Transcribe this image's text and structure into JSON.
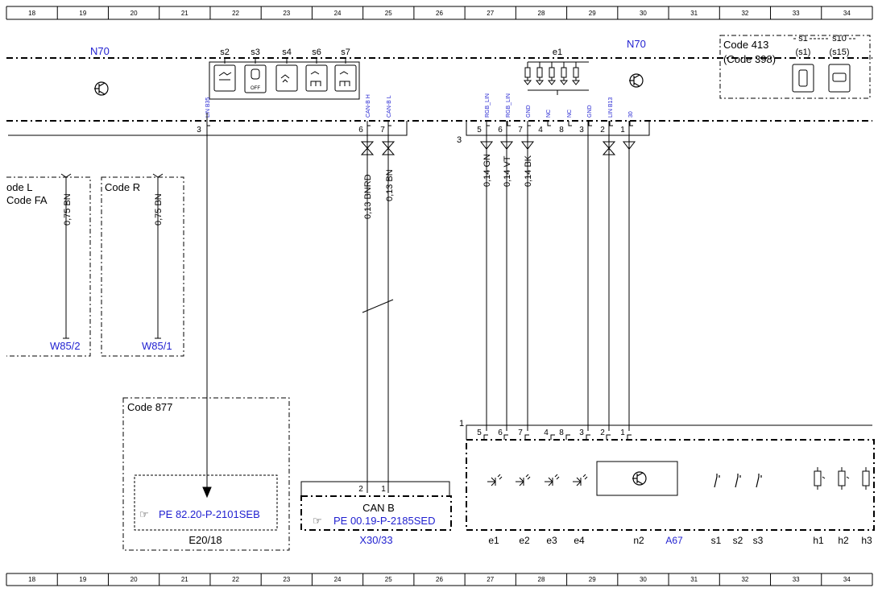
{
  "ruler": {
    "columns": [
      "18",
      "19",
      "20",
      "21",
      "22",
      "23",
      "24",
      "25",
      "26",
      "27",
      "28",
      "29",
      "30",
      "31",
      "32",
      "33",
      "34"
    ]
  },
  "colors": {
    "black": "#000000",
    "link_blue": "#1f1fd0"
  },
  "modules": {
    "n70_left": "N70",
    "n70_right": "N70",
    "code413_line1": "Code 413",
    "code413_line2": "(Code 398)",
    "s1_top": "s1",
    "s1_sub": "(s1)",
    "s10_top": "s10",
    "s10_sub": "(s15)",
    "e1": "e1",
    "switches": [
      "s2",
      "s3",
      "s4",
      "s6",
      "s7"
    ],
    "s3_off": "OFF"
  },
  "connector_top": {
    "pin_labels": [
      "LIN B35",
      "CAN-B H",
      "CAN-B L",
      "RGB_LIN",
      "RGB_LIN",
      "GND",
      "NC",
      "NC",
      "GND",
      "LIN B13",
      "30"
    ],
    "pins_left": [
      "3",
      "6",
      "7"
    ],
    "pins_right": [
      "5",
      "6",
      "4",
      "8",
      "3",
      "2",
      "1"
    ],
    "pin7_right": "7",
    "conn_number": "3"
  },
  "wires": {
    "w_bnrd": "0,13 BNRD",
    "w_bn013": "0,13 BN",
    "w_gn": "0,14 GN",
    "w_vt": "0,14 VT",
    "w_bk": "0,14 BK",
    "w_bn075a": "0,75 BN",
    "w_bn075b": "0,75 BN"
  },
  "code_boxes": {
    "code_l": "ode L",
    "code_fa": "Code FA",
    "code_r": "Code R",
    "w85_2": "W85/2",
    "w85_1": "W85/1",
    "code877": "Code 877"
  },
  "refs": {
    "pe_e20": "PE 82.20-P-2101SEB",
    "e20_label": "E20/18",
    "can_b": "CAN B",
    "pe_x30": "PE 00.19-P-2185SED",
    "x30_label": "X30/33",
    "x30_pins": [
      "2",
      "1"
    ]
  },
  "bottom_module": {
    "conn_number": "1",
    "pins": [
      "5",
      "6",
      "7",
      "4",
      "8",
      "3",
      "2",
      "1"
    ],
    "labels": [
      "e1",
      "e2",
      "e3",
      "e4",
      "n2",
      "A67",
      "s1",
      "s2",
      "s3",
      "h1",
      "h2",
      "h3"
    ]
  }
}
